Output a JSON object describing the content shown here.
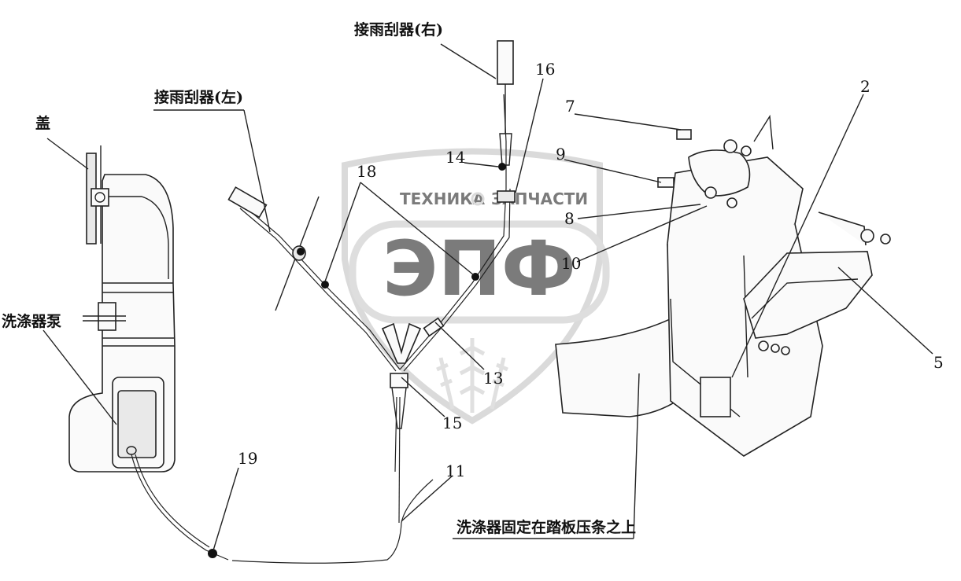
{
  "labels": {
    "wiper_right": "接雨刮器(右)",
    "wiper_left": "接雨刮器(左)",
    "cover": "盖",
    "washer_pump": "洗涤器泵",
    "washer_mount_note": "洗涤器固定在踏板压条之上"
  },
  "part_numbers": {
    "p2": "2",
    "p5": "5",
    "p7": "7",
    "p8": "8",
    "p9": "9",
    "p10": "10",
    "p11": "11",
    "p13": "13",
    "p14": "14",
    "p15": "15",
    "p16": "16",
    "p18": "18",
    "p19": "19"
  },
  "watermark": {
    "top_left": "ТЕХНИКА",
    "top_right": "ЗАПЧАСТИ",
    "logo": "ЭПФ",
    "color": "#c9c9c9"
  }
}
